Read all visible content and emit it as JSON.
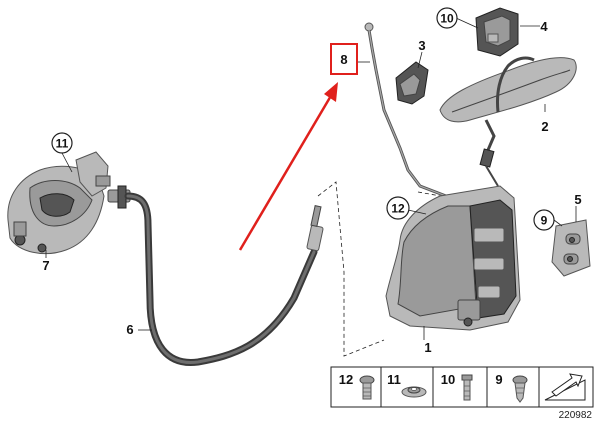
{
  "callouts": {
    "c1": "1",
    "c2": "2",
    "c3": "3",
    "c4": "4",
    "c5": "5",
    "c6": "6",
    "c7": "7",
    "c8": "8",
    "c9": "9",
    "c10": "10",
    "c11": "11",
    "c12": "12"
  },
  "legend": {
    "items": [
      {
        "label": "12",
        "icon": "torx-bolt-icon"
      },
      {
        "label": "11",
        "icon": "washer-nut-icon"
      },
      {
        "label": "10",
        "icon": "pan-screw-icon"
      },
      {
        "label": "9",
        "icon": "torx-screw-icon"
      }
    ],
    "last_icon": "wedge-arrow-icon"
  },
  "reference_number": "220982",
  "colors": {
    "highlight": "#e0201c",
    "part_fill": "#9a9a9a",
    "part_dark": "#555555",
    "outline": "#222222"
  }
}
